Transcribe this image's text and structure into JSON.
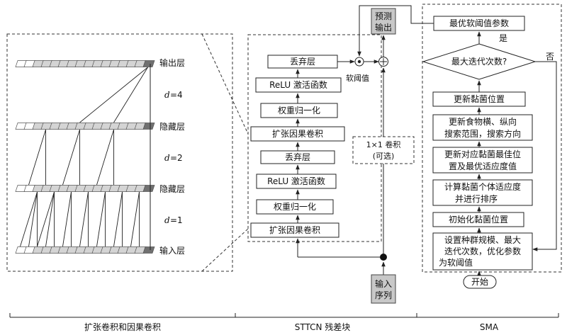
{
  "left_panel": {
    "output_layer": "输出层",
    "hidden_layer_1": "隐藏层",
    "hidden_layer_2": "隐藏层",
    "input_layer": "输入层",
    "d4": "=4",
    "d2": "=2",
    "d1": "=1",
    "d_symbol": "d",
    "caption": "扩张卷积和因果卷积"
  },
  "middle_panel": {
    "prediction_output_line1": "预测",
    "prediction_output_line2": "输出",
    "dropout_top": "丢弃层",
    "relu_top": "ReLU 激活函数",
    "weight_norm_top": "权重归一化",
    "dilated_causal_top": "扩张因果卷积",
    "dropout_bottom": "丢弃层",
    "relu_bottom": "ReLU 激活函数",
    "weight_norm_bottom": "权重归一化",
    "dilated_causal_bottom": "扩张因果卷积",
    "soft_threshold": "软阈值",
    "conv1x1_line1": "1×1 卷积",
    "conv1x1_line2": "(可选)",
    "input_line1": "输入",
    "input_line2": "序列",
    "caption": "STTCN 残差块"
  },
  "right_panel": {
    "optimal_param": "最优软阈值参数",
    "yes": "是",
    "no": "否",
    "max_iter": "最大迭代次数?",
    "update_position": "更新黏菌位置",
    "update_food_line1": "更新食物横、纵向",
    "update_food_line2": "搜索范围，搜索方向",
    "update_best_line1": "更新对应黏菌最佳位",
    "update_best_line2": "置及最优适应度值",
    "calc_fitness_line1": "计算黏菌个体适应度",
    "calc_fitness_line2": "并进行排序",
    "init_position": "初始化黏菌位置",
    "set_params_line1": "设置种群规模、最大",
    "set_params_line2": "迭代次数，优化参数",
    "set_params_line3": "为软阈值",
    "start": "开始",
    "caption": "SMA"
  }
}
